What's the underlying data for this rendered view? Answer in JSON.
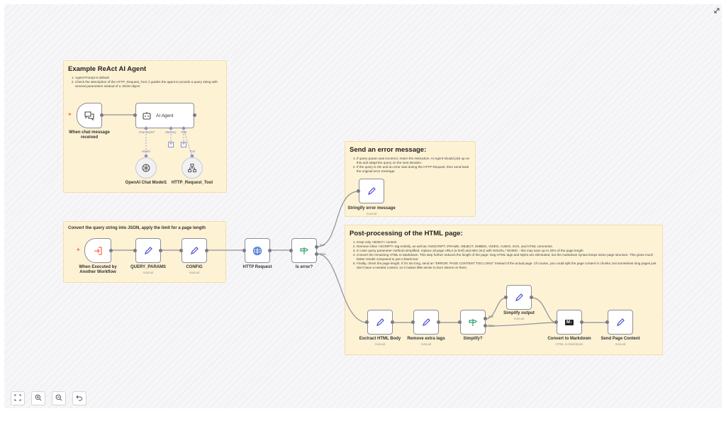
{
  "sticky_agent": {
    "title": "Example ReAct AI Agent",
    "items": [
      "Agent Prompt is default",
      "Check the description of the HTTP_Request_Tool, it guides the agent to provide a query string with several parameters instead of a JSON object"
    ]
  },
  "sticky_convert": {
    "title": "Convert the query string into JSON, apply the limit for a page length"
  },
  "sticky_error": {
    "title": "Send an error message:",
    "items": [
      "If query param was incorrect, return the instruction. AI Agent should pick up on this and adapt the query on the next iteration.",
      "If the query is OK and an error was during the HTTP Request, then send back the original error message."
    ]
  },
  "sticky_post": {
    "title": "Post-processing of the HTML page:",
    "items": [
      "Keep only <BODY> content",
      "Remove inline <SCRIPT> tag entirely, as well as: NOSCRIPT, IFRAME, OBJECT, EMBED, VIDEO, AUDIO, SVG, and HTML comments.",
      "In case query parameter method=simplified, replace all page URLs (a href) and IMG (src) with NOURL / NOIMG - this may save up to 20% of the page length",
      "Convert the remaining HTML to Markdown. This step further reduces the length of the page: long HTML tags and styles are eliminated, but the markdown syntax keeps some page structure. This gives much better results compared to just a blank text.",
      "Finally, check the page length. If it's too long, send an \"ERROR: PAGE CONTENT TOO LONG\" instead of the actual page. Of course, you could split the page content in chunks, but sometimes long pages just don't have a needed content, so it makes little sense to burn tokens on them."
    ]
  },
  "nodes": {
    "chat_trigger": {
      "label": "When chat message received"
    },
    "ai_agent": {
      "label": "AI Agent",
      "port_chat_model": "Chat Model*",
      "port_memory": "Memory",
      "port_tool": "Tool"
    },
    "openai": {
      "label": "OpenAI Chat Model1",
      "port": "Model"
    },
    "http_tool": {
      "label": "HTTP_Request_Tool",
      "port": "Tool"
    },
    "workflow_trigger": {
      "label": "When Executed by Another Workflow"
    },
    "query_params": {
      "label": "QUERY_PARAMS",
      "sub": "manual"
    },
    "config": {
      "label": "CONFIG",
      "sub": "manual"
    },
    "http_request": {
      "label": "HTTP Request"
    },
    "is_error": {
      "label": "Is error?",
      "true": "true",
      "false": "false"
    },
    "stringify": {
      "label": "Stringify error message",
      "sub": "manual"
    },
    "exctract": {
      "label": "Exctract HTML Body",
      "sub": "manual"
    },
    "remove_tags": {
      "label": "Remove extra tags",
      "sub": "manual"
    },
    "simplify": {
      "label": "Simplify?",
      "true": "true",
      "false": "false"
    },
    "simplify_output": {
      "label": "Simplify output",
      "sub": "manual"
    },
    "markdown": {
      "label": "Convert to Markdown",
      "sub": "HTML to Markdown",
      "icon_text": "M↓"
    },
    "send_page": {
      "label": "Send Page Content",
      "sub": "manual"
    }
  },
  "controls": [
    "fit-view",
    "zoom-in",
    "zoom-out",
    "reset"
  ],
  "colors": {
    "sticky_bg": "#fdf2d4",
    "edge": "#8e8e98",
    "accent": "#ff6d5a",
    "set_icon": "#4b4fd6",
    "if_icon": "#2aa36b",
    "http_icon": "#3a6ed0"
  }
}
